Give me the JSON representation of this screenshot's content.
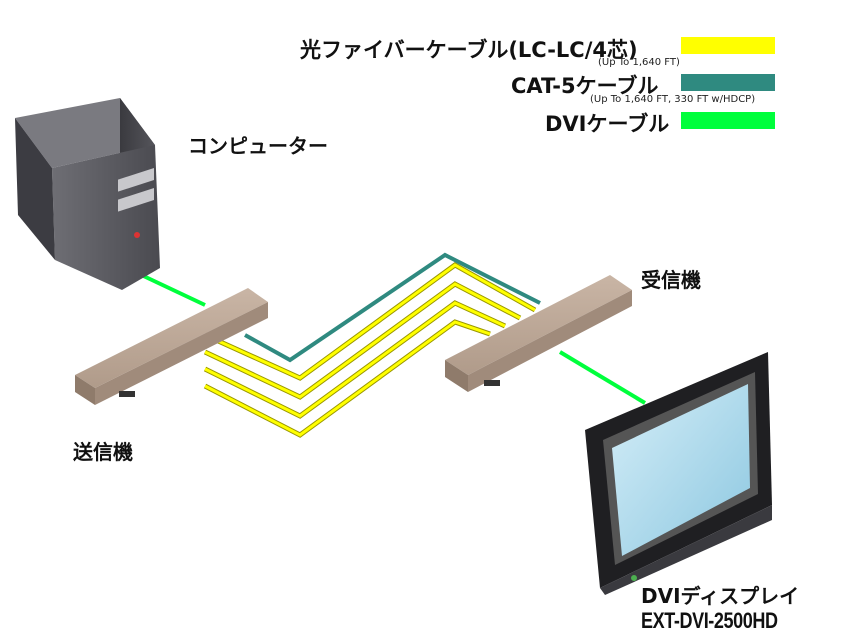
{
  "legend": {
    "items": [
      {
        "label": "光ファイバーケーブル(LC-LC/4芯)",
        "note": "(Up To 1,640 FT)",
        "color": "#ffff00"
      },
      {
        "label": "CAT-5ケーブル",
        "note": "(Up To 1,640 FT, 330 FT w/HDCP)",
        "color": "#2f8a80"
      },
      {
        "label": "DVIケーブル",
        "note": "",
        "color": "#00ff3c"
      }
    ]
  },
  "nodes": {
    "computer": "コンピューター",
    "sender": "送信機",
    "receiver": "受信機",
    "display": "DVIディスプレイ",
    "model": "EXT-DVI-2500HD"
  },
  "colors": {
    "fiber": "#ffff00",
    "fiber_outline": "#a6a300",
    "cat5": "#2f8a80",
    "dvi": "#00ff3c",
    "box": "#b8a393",
    "box_dark": "#8f7b6b",
    "pc": "#5a5a5f",
    "screen": "#a8d8ec"
  }
}
